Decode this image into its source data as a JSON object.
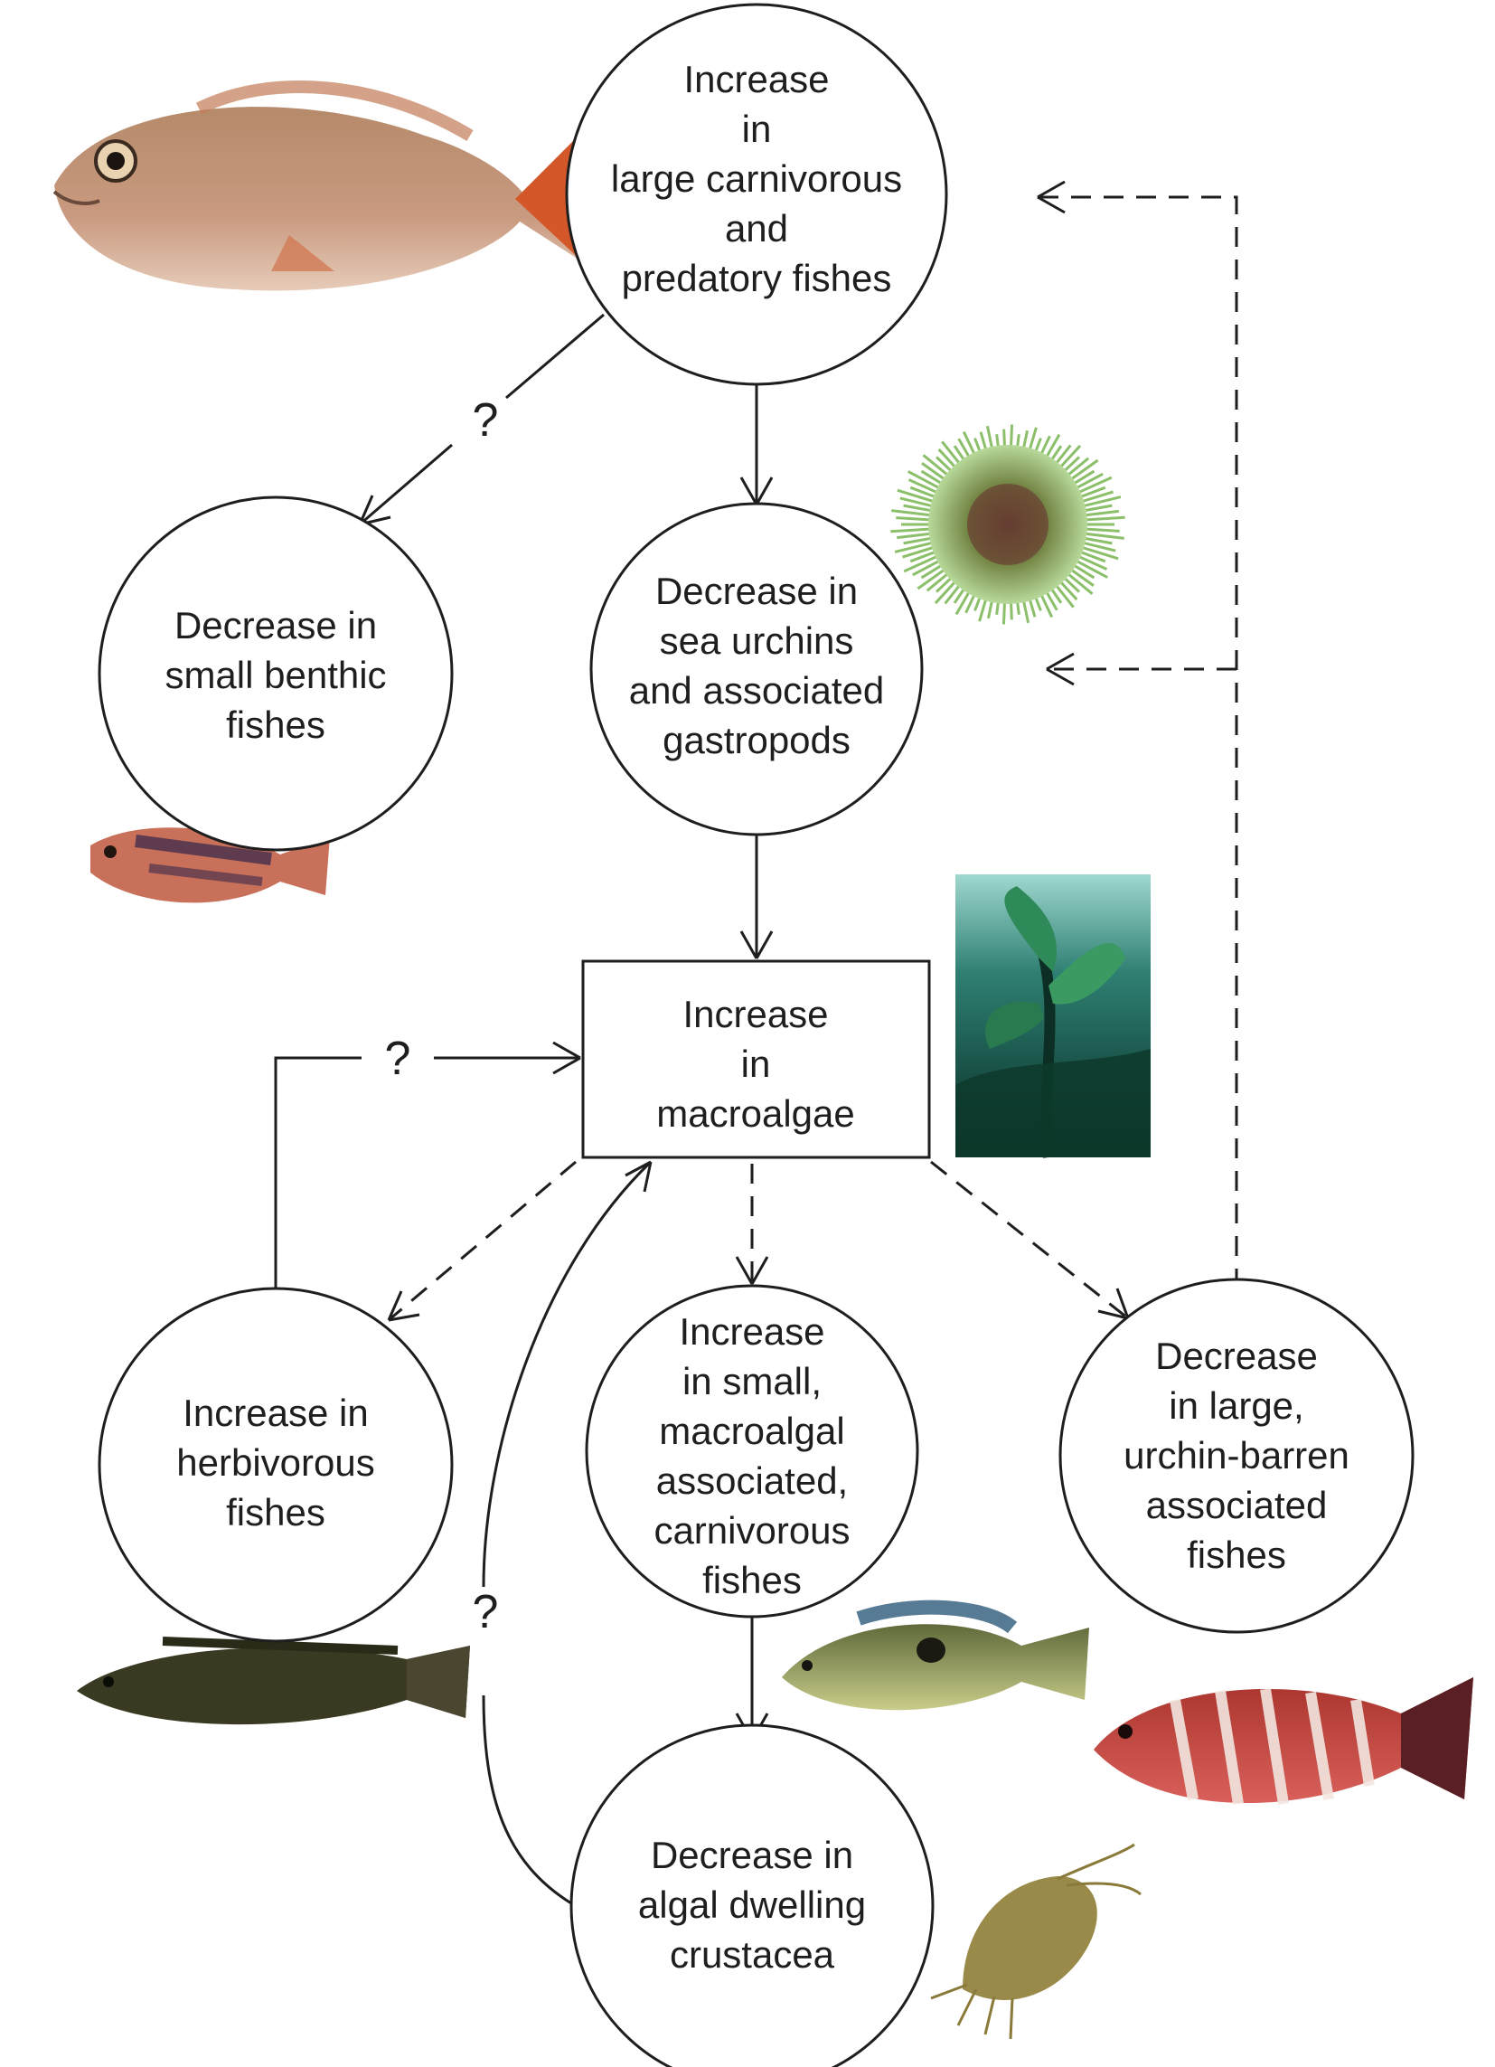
{
  "nodes": {
    "predators": {
      "lines": [
        "Increase",
        "in",
        "large carnivorous",
        "and",
        "predatory fishes"
      ]
    },
    "benthic": {
      "lines": [
        "Decrease in",
        "small benthic",
        "fishes"
      ]
    },
    "urchins": {
      "lines": [
        "Decrease in",
        "sea urchins",
        "and associated",
        "gastropods"
      ]
    },
    "macroalgae": {
      "lines": [
        "Increase",
        "in",
        "macroalgae"
      ]
    },
    "herbivores": {
      "lines": [
        "Increase in",
        "herbivorous",
        "fishes"
      ]
    },
    "small_carnivores": {
      "lines": [
        "Increase",
        "in small,",
        "macroalgal",
        "associated,",
        "carnivorous",
        "fishes"
      ]
    },
    "barren_fishes": {
      "lines": [
        "Decrease",
        "in large,",
        "urchin-barren",
        "associated",
        "fishes"
      ]
    },
    "crustacea": {
      "lines": [
        "Decrease in",
        "algal dwelling",
        "crustacea"
      ]
    }
  },
  "question_marks": [
    "?",
    "?",
    "?"
  ],
  "images": {
    "snapper": "snapper-fish-photo",
    "urchin": "sea-urchin-photo",
    "triplefin": "triplefin-fish-photo",
    "kelp": "kelp-forest-photo",
    "butterfish": "butterfish-photo",
    "spotty": "spotty-wrasse-photo",
    "red_moki": "red-moki-fish-photo",
    "amphipod": "amphipod-crustacean-photo"
  },
  "colors": {
    "stroke": "#1e1e1e",
    "text": "#1e1e1e",
    "kelp_dark": "#0e3a33",
    "kelp_light": "#5fae9e"
  }
}
